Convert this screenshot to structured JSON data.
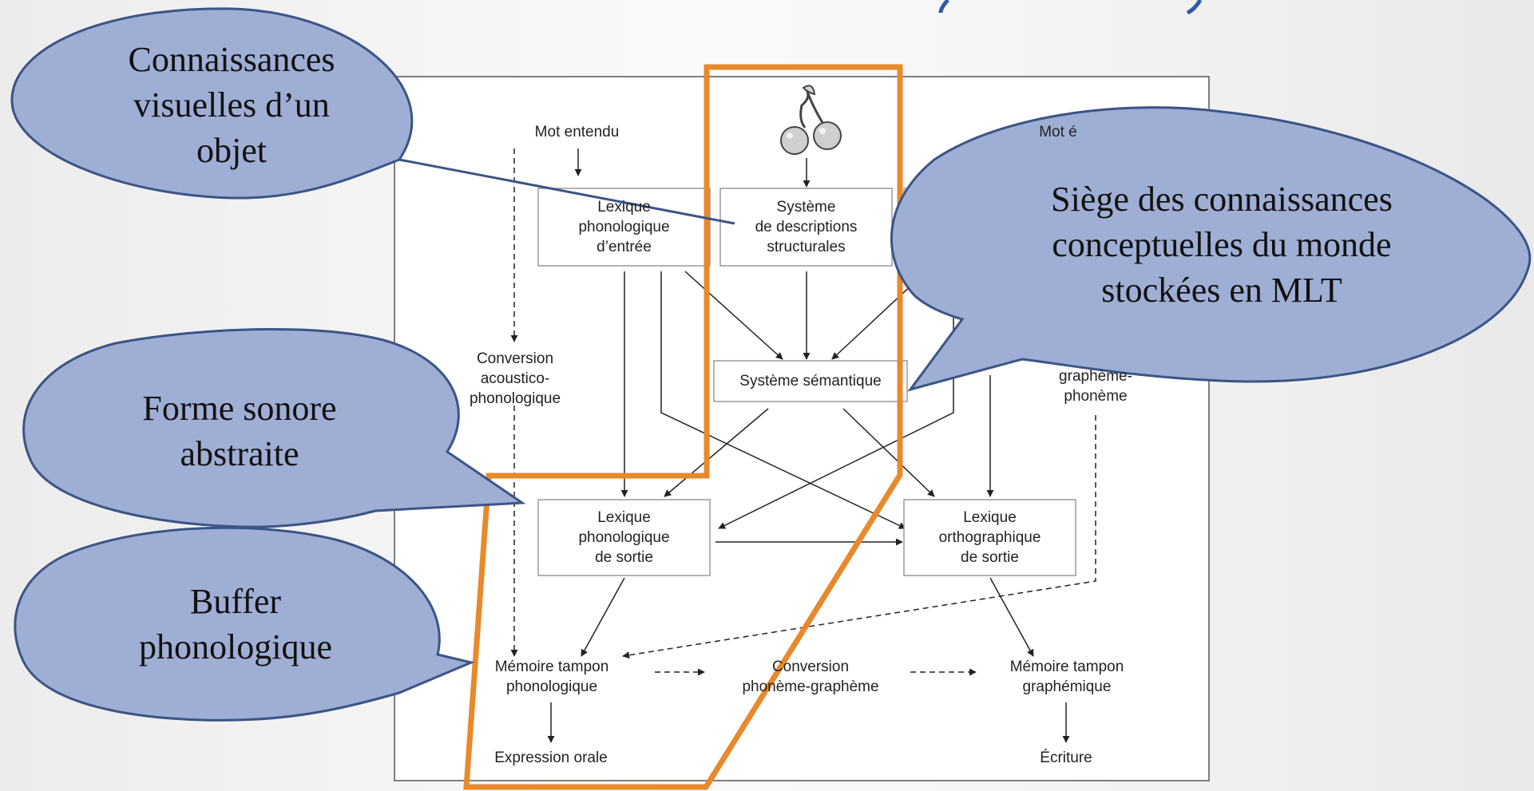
{
  "diagram": {
    "nodes": {
      "mot_entendu": "Mot entendu",
      "mot_ecrit": "Mot é",
      "lexique_phono_entree": "Lexique\nphonologique\nd’entrée",
      "systeme_descriptions": "Système\nde descriptions\nstructurales",
      "conversion_acoustico": "Conversion\nacoustico-\nphonologique",
      "systeme_semantique": "Système sémantique",
      "conversion_grapheme": "graphème-\nphonème",
      "lexique_phono_sortie": "Lexique\nphonologique\nde sortie",
      "lexique_ortho_sortie": "Lexique\northographique\nde sortie",
      "memoire_phono": "Mémoire tampon\nphonologique",
      "conversion_phoneme": "Conversion\nphonème-graphème",
      "memoire_graph": "Mémoire tampon\ngraphémique",
      "expression_orale": "Expression orale",
      "ecriture": "Écriture"
    },
    "callouts": {
      "visuelles": "Connaissances\nvisuelles d’un\nobjet",
      "siege": "Siège des connaissances\nconceptuelles du monde\nstockées en MLT",
      "forme_sonore": "Forme sonore\nabstraite",
      "buffer": "Buffer\nphonologique"
    },
    "colors": {
      "callout_fill": "#9eaed4",
      "callout_stroke": "#3c5486",
      "highlight": "#e8892b",
      "arrow": "#222222",
      "title_bracket": "#2f5aa8"
    },
    "picture_icon": "cherries-icon"
  }
}
